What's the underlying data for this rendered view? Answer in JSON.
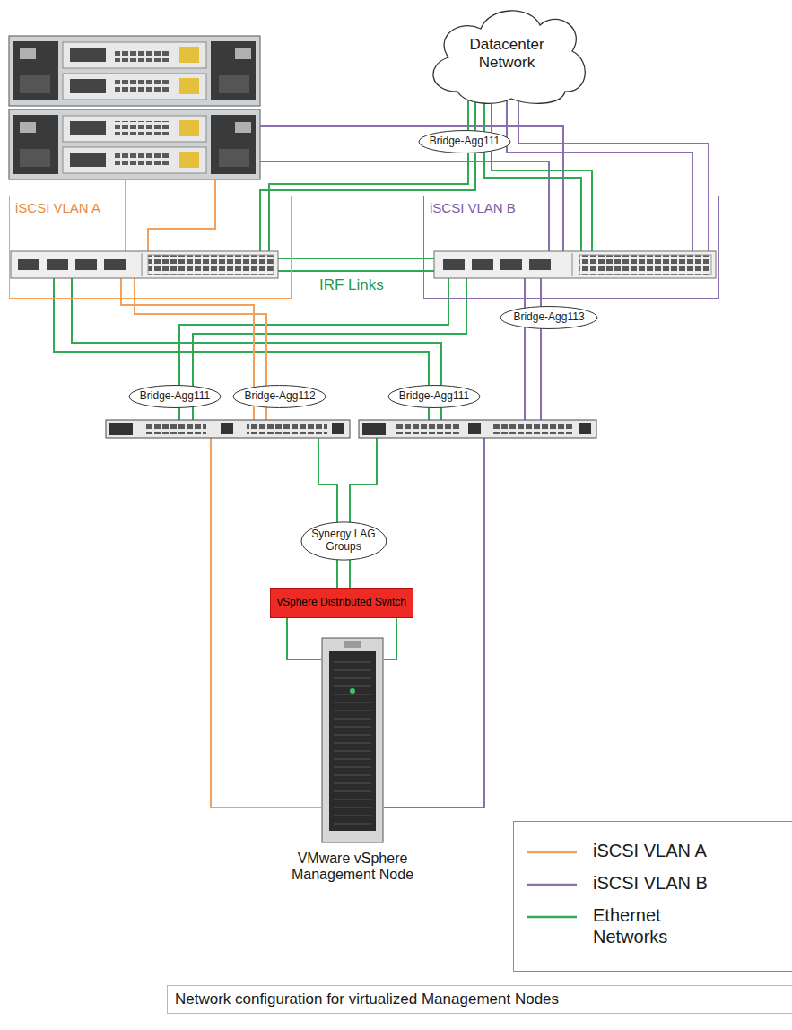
{
  "diagram": {
    "caption": "Network configuration for virtualized Management Nodes",
    "nodes": [
      {
        "text": [
          "Datacenter Network"
        ]
      },
      {
        "text": [
          "Bridge-Agg111"
        ]
      },
      {
        "text": [
          "iSCSI VLAN A"
        ]
      },
      {
        "text": [
          "iSCSI VLAN B"
        ]
      },
      {
        "text": [
          "Bridge-Agg113"
        ]
      },
      {
        "text": [
          "Bridge-Agg111"
        ]
      },
      {
        "text": [
          "Bridge-Agg112"
        ]
      },
      {
        "text": [
          "Bridge-Agg111"
        ]
      },
      {
        "text": [
          "Synergy LAG Groups"
        ]
      },
      {
        "text": [
          "vSphere Distributed Switch"
        ]
      },
      {
        "text": [
          "VMware vSphere Management Node"
        ]
      }
    ],
    "edges": [
      {
        "from": 0,
        "to": 2,
        "arrow": "none"
      },
      {
        "from": 0,
        "to": 3,
        "arrow": "none"
      },
      {
        "from": 2,
        "to": 3,
        "arrow": "none"
      },
      {
        "from": 9,
        "to": 10,
        "arrow": "none"
      },
      {
        "from": 9,
        "to": 10,
        "arrow": "none"
      }
    ],
    "labels": [
      "IRF Links"
    ],
    "legend": [
      {
        "text": "iSCSI VLAN A"
      },
      {
        "text": "iSCSI VLAN B"
      },
      {
        "text": "Ethernet Networks"
      }
    ]
  }
}
